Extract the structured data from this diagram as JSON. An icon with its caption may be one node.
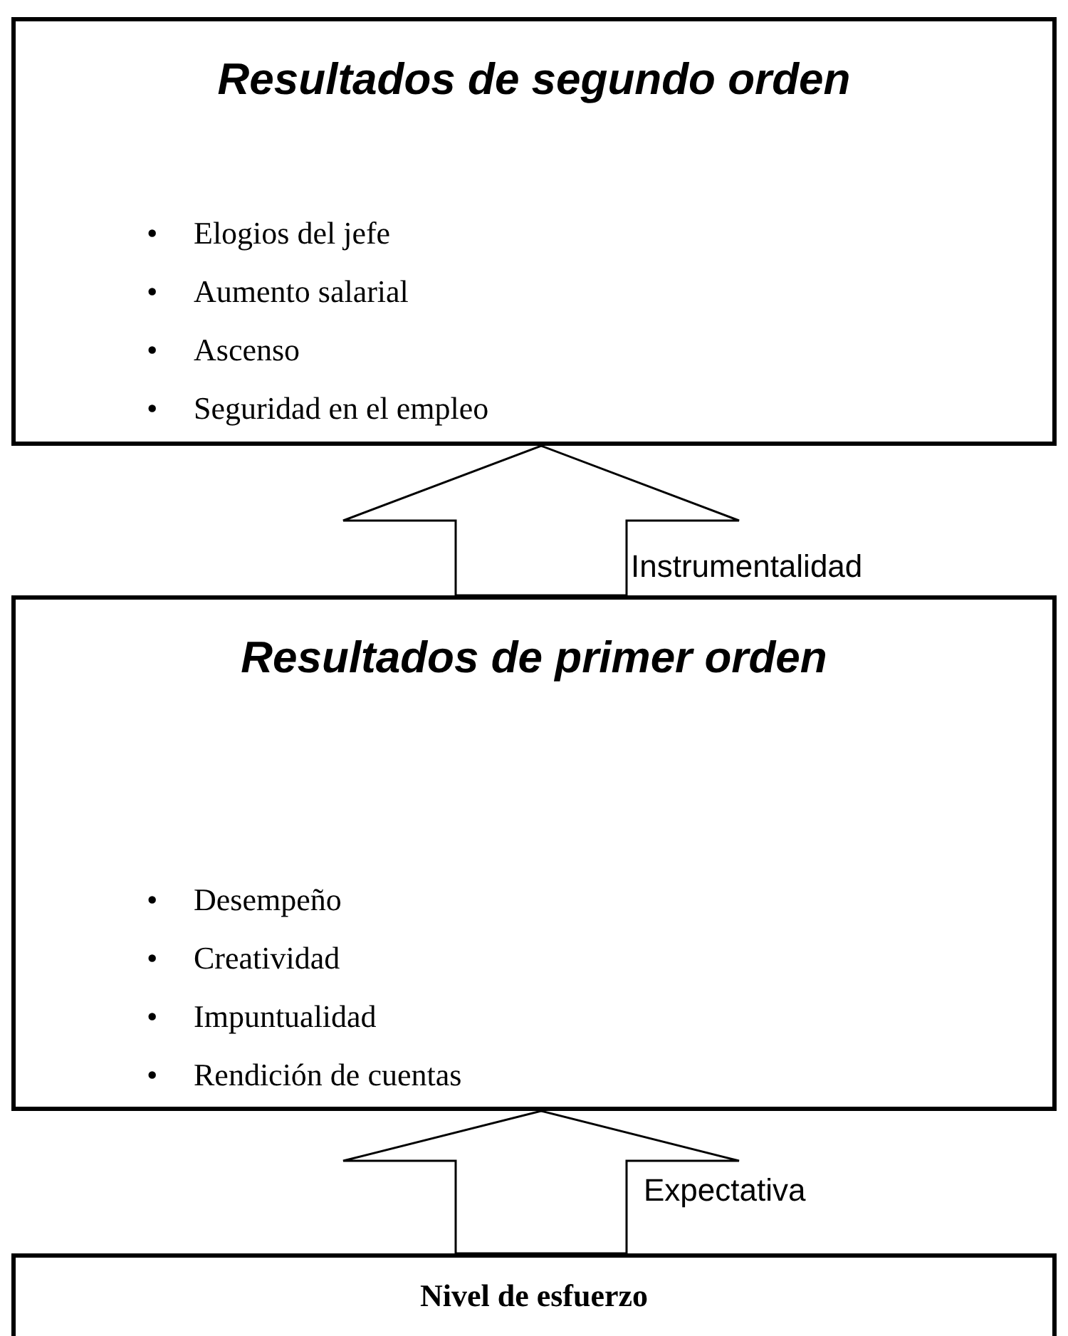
{
  "diagram": {
    "nodes": [
      {
        "text": [
          "Resultados de segundo orden",
          "•\tElogios del jefe",
          "•\tAumento salarial",
          "•\tAscenso",
          "•\tSeguridad en el empleo"
        ]
      },
      {
        "text": [
          "Resultados de primer orden",
          "•\tDesempeño",
          "•\tCreatividad",
          "•\tImpuntualidad",
          "•\tRendición de cuentas"
        ]
      },
      {
        "text": [
          "Nivel de esfuerzo"
        ]
      }
    ],
    "edges": [
      {
        "from": 2,
        "to": 1,
        "arrow": "to",
        "label": "Expectativa"
      },
      {
        "from": 1,
        "to": 0,
        "arrow": "to",
        "label": "Instrumentalidad"
      }
    ]
  }
}
